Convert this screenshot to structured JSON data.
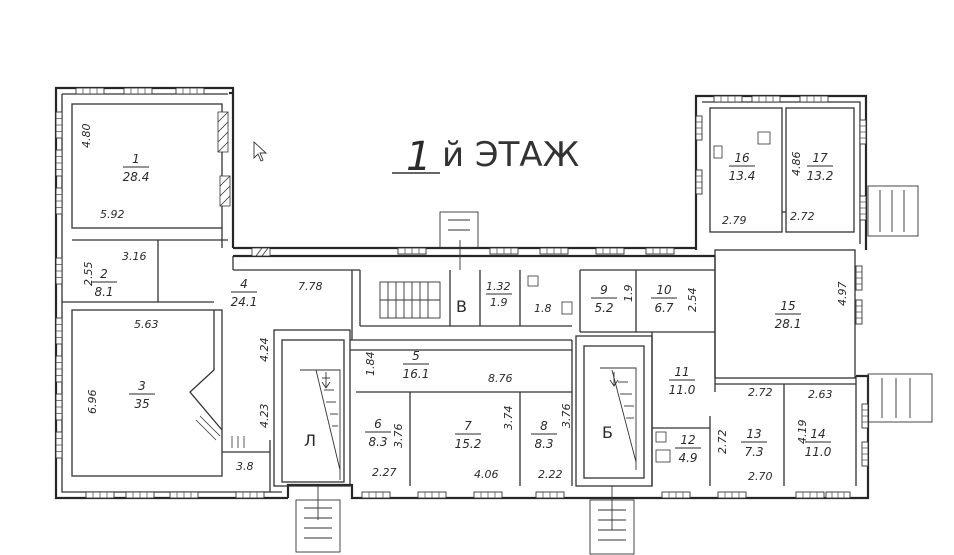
{
  "title": {
    "prefix": "1",
    "suffix": "й ЭТАЖ"
  },
  "rooms": [
    {
      "id": "1",
      "num": "1",
      "area": "28.4"
    },
    {
      "id": "2",
      "num": "2",
      "area": "8.1"
    },
    {
      "id": "3",
      "num": "3",
      "area": "35"
    },
    {
      "id": "4",
      "num": "4",
      "area": "24.1"
    },
    {
      "id": "5",
      "num": "5",
      "area": "16.1"
    },
    {
      "id": "6",
      "num": "6",
      "area": "8.3"
    },
    {
      "id": "7",
      "num": "7",
      "area": "15.2"
    },
    {
      "id": "8",
      "num": "8",
      "area": "8.3"
    },
    {
      "id": "9",
      "num": "9",
      "area": "5.2"
    },
    {
      "id": "10",
      "num": "10",
      "area": "6.7"
    },
    {
      "id": "11",
      "num": "11",
      "area": "11.0"
    },
    {
      "id": "12",
      "num": "12",
      "area": "4.9"
    },
    {
      "id": "13",
      "num": "13",
      "area": "7.3"
    },
    {
      "id": "14",
      "num": "14",
      "area": "11.0"
    },
    {
      "id": "15",
      "num": "15",
      "area": "28.1"
    },
    {
      "id": "16",
      "num": "16",
      "area": "13.4"
    },
    {
      "id": "17",
      "num": "17",
      "area": "13.2"
    }
  ],
  "small_rooms": {
    "wc_b": {
      "letter": "B",
      "dim": "1.32",
      "area": "1.9"
    },
    "r18": {
      "area": "1.8"
    }
  },
  "stairs": {
    "a": "Л",
    "b": "Б"
  },
  "dims": {
    "d480": "4.80",
    "d592": "5.92",
    "d255": "2.55",
    "d316": "3.16",
    "d563": "5.63",
    "d696": "6.96",
    "d778": "7.78",
    "d424": "4.24",
    "d423": "4.23",
    "d38": "3.8",
    "d184": "1.84",
    "d876": "8.76",
    "d376a": "3.76",
    "d374": "3.74",
    "d376b": "3.76",
    "d227": "2.27",
    "d406": "4.06",
    "d222": "2.22",
    "d19": "1.9",
    "d254": "2.54",
    "d486": "4.86",
    "d279": "2.79",
    "d272a": "2.72",
    "d497": "4.97",
    "d272b": "2.72",
    "d263": "2.63",
    "d272c": "2.72",
    "d270": "2.70",
    "d419": "4.19"
  }
}
